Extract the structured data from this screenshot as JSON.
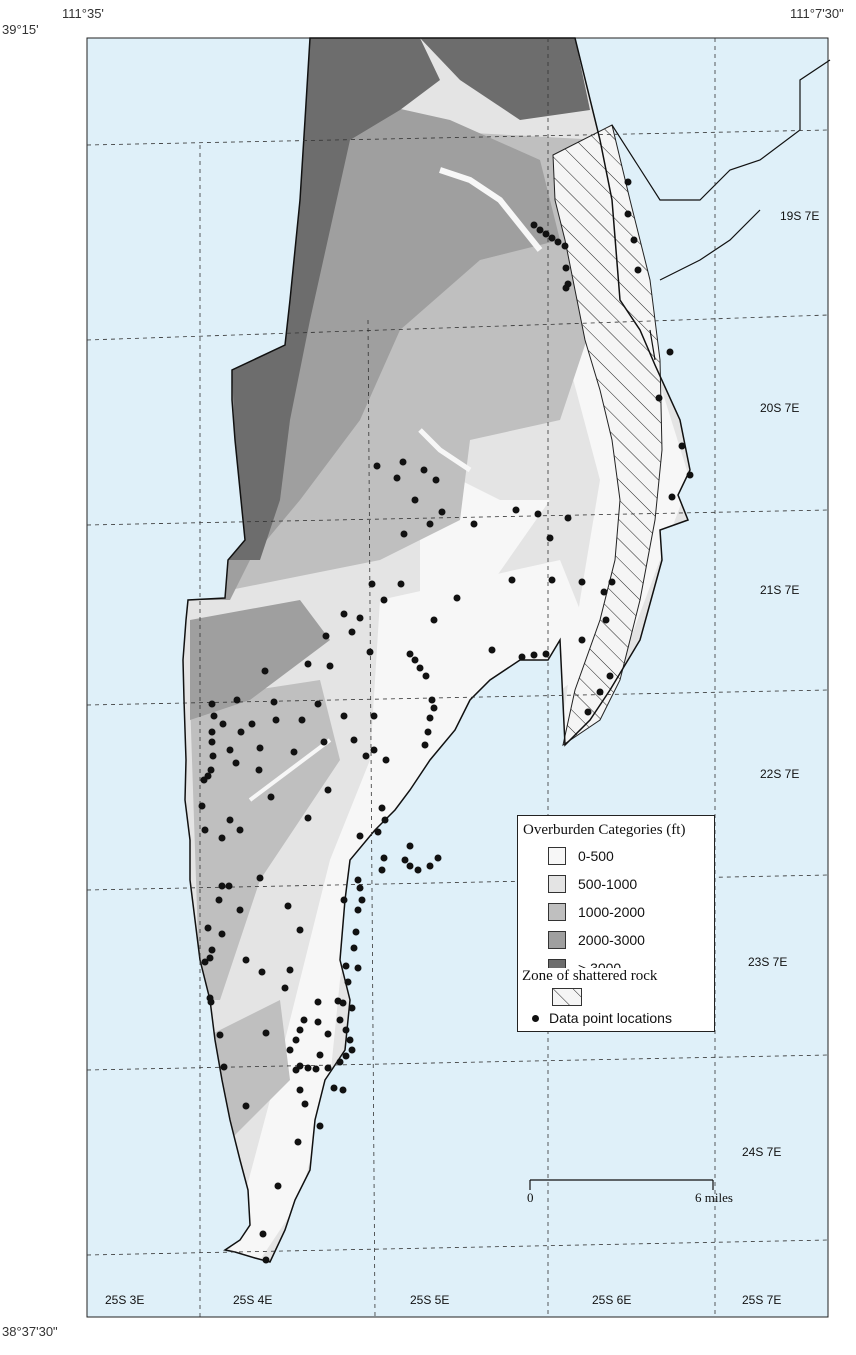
{
  "corners": {
    "top_left_lon": "111°35'",
    "top_left_lat": "39°15'",
    "top_right_lon": "111°7'30\"",
    "bottom_left_lat": "38°37'30\""
  },
  "colors": {
    "water": "#dff0f9",
    "cat_0_500": "#f7f7f7",
    "cat_500_1000": "#e4e4e4",
    "cat_1000_2000": "#bfbfbf",
    "cat_2000_3000": "#9f9f9f",
    "cat_gt_3000": "#6d6d6d"
  },
  "grid_labels": [
    {
      "id": "19s-7e",
      "text": "19S 7E"
    },
    {
      "id": "20s-7e",
      "text": "20S 7E"
    },
    {
      "id": "21s-7e",
      "text": "21S 7E"
    },
    {
      "id": "22s-7e",
      "text": "22S 7E"
    },
    {
      "id": "23s-7e",
      "text": "23S 7E"
    },
    {
      "id": "24s-7e",
      "text": "24S 7E"
    },
    {
      "id": "25s-3e",
      "text": "25S 3E"
    },
    {
      "id": "25s-4e",
      "text": "25S 4E"
    },
    {
      "id": "25s-5e",
      "text": "25S 5E"
    },
    {
      "id": "25s-6e",
      "text": "25S 6E"
    },
    {
      "id": "25s-7e",
      "text": "25S 7E"
    }
  ],
  "legend": {
    "title": "Overburden Categories (ft)",
    "items": [
      {
        "label": "0-500"
      },
      {
        "label": "500-1000"
      },
      {
        "label": "1000-2000"
      },
      {
        "label": "2000-3000"
      },
      {
        "label": "> 3000"
      }
    ],
    "zone_label": "Zone of shattered rock",
    "points_label": "Data point locations"
  },
  "scale": {
    "start_label": "0",
    "end_label": "6 miles"
  }
}
